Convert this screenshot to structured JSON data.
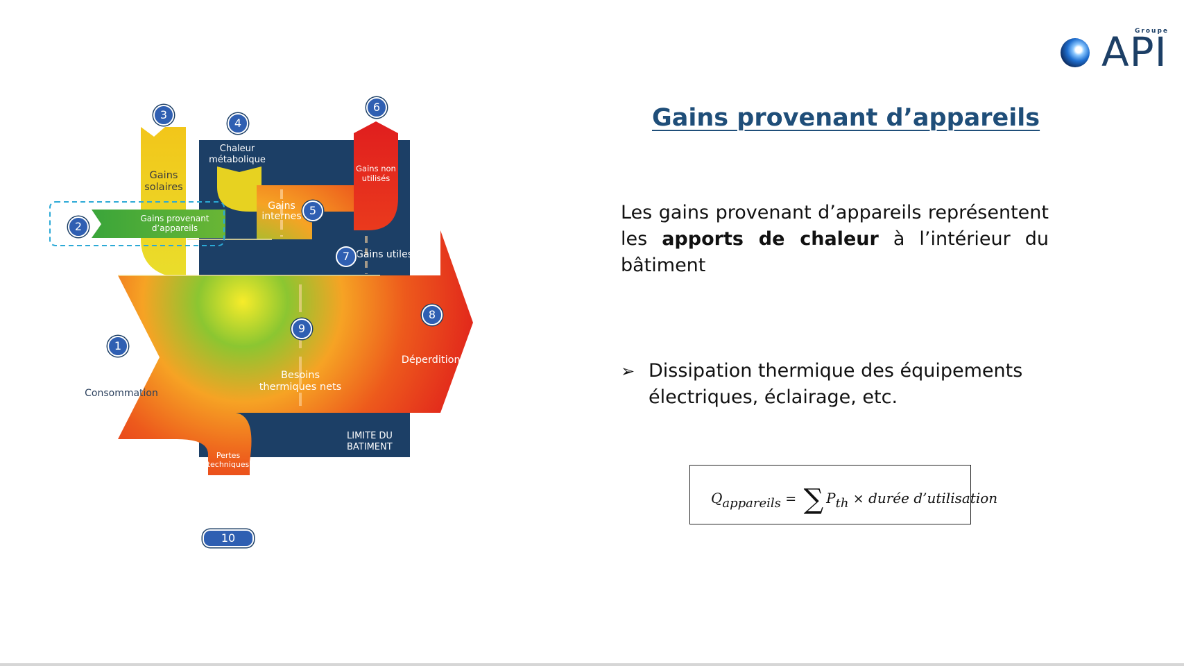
{
  "logo": {
    "text": "API",
    "tagline": "Groupe"
  },
  "slide": {
    "title": "Gains provenant d’appareils",
    "intro_pre": "Les gains provenant d’appareils représentent les ",
    "intro_bold": "apports de chaleur",
    "intro_post": " à l’intérieur du bâtiment",
    "bullet": "Dissipation thermique des équipements électriques, éclairage, etc.",
    "formula": {
      "q": "Q",
      "q_sub": "appareils",
      "equals": "=",
      "sum": "∑",
      "p": "P",
      "p_sub": "th",
      "times": "×",
      "rest": "durée d’utilisation"
    }
  },
  "diagram": {
    "labels": {
      "gains_solaires": "Gains\nsolaires",
      "chaleur_metabolique": "Chaleur\nmétabolique",
      "gains_non_utilises": "Gains non\nutilisés",
      "gains_appareils": "Gains provenant\nd’appareils",
      "gains_internes": "Gains\ninternes",
      "gains_utiles": "Gains utiles",
      "consommation": "Consommation",
      "besoins": "Besoins\nthermiques nets",
      "deperditions": "Déperditions",
      "limite": "LIMITE DU\nBATIMENT",
      "pertes": "Pertes\ntechniques"
    },
    "badges": [
      "1",
      "2",
      "3",
      "4",
      "5",
      "6",
      "7",
      "8",
      "9",
      "10"
    ],
    "colors": {
      "building": "#1c3f66",
      "green": "#3daa3a",
      "yellow": "#f2d21e",
      "orange": "#f39a1e",
      "red": "#e01e1e",
      "badge": "#2f5fb2",
      "dashed": "#2ba9d6"
    }
  }
}
